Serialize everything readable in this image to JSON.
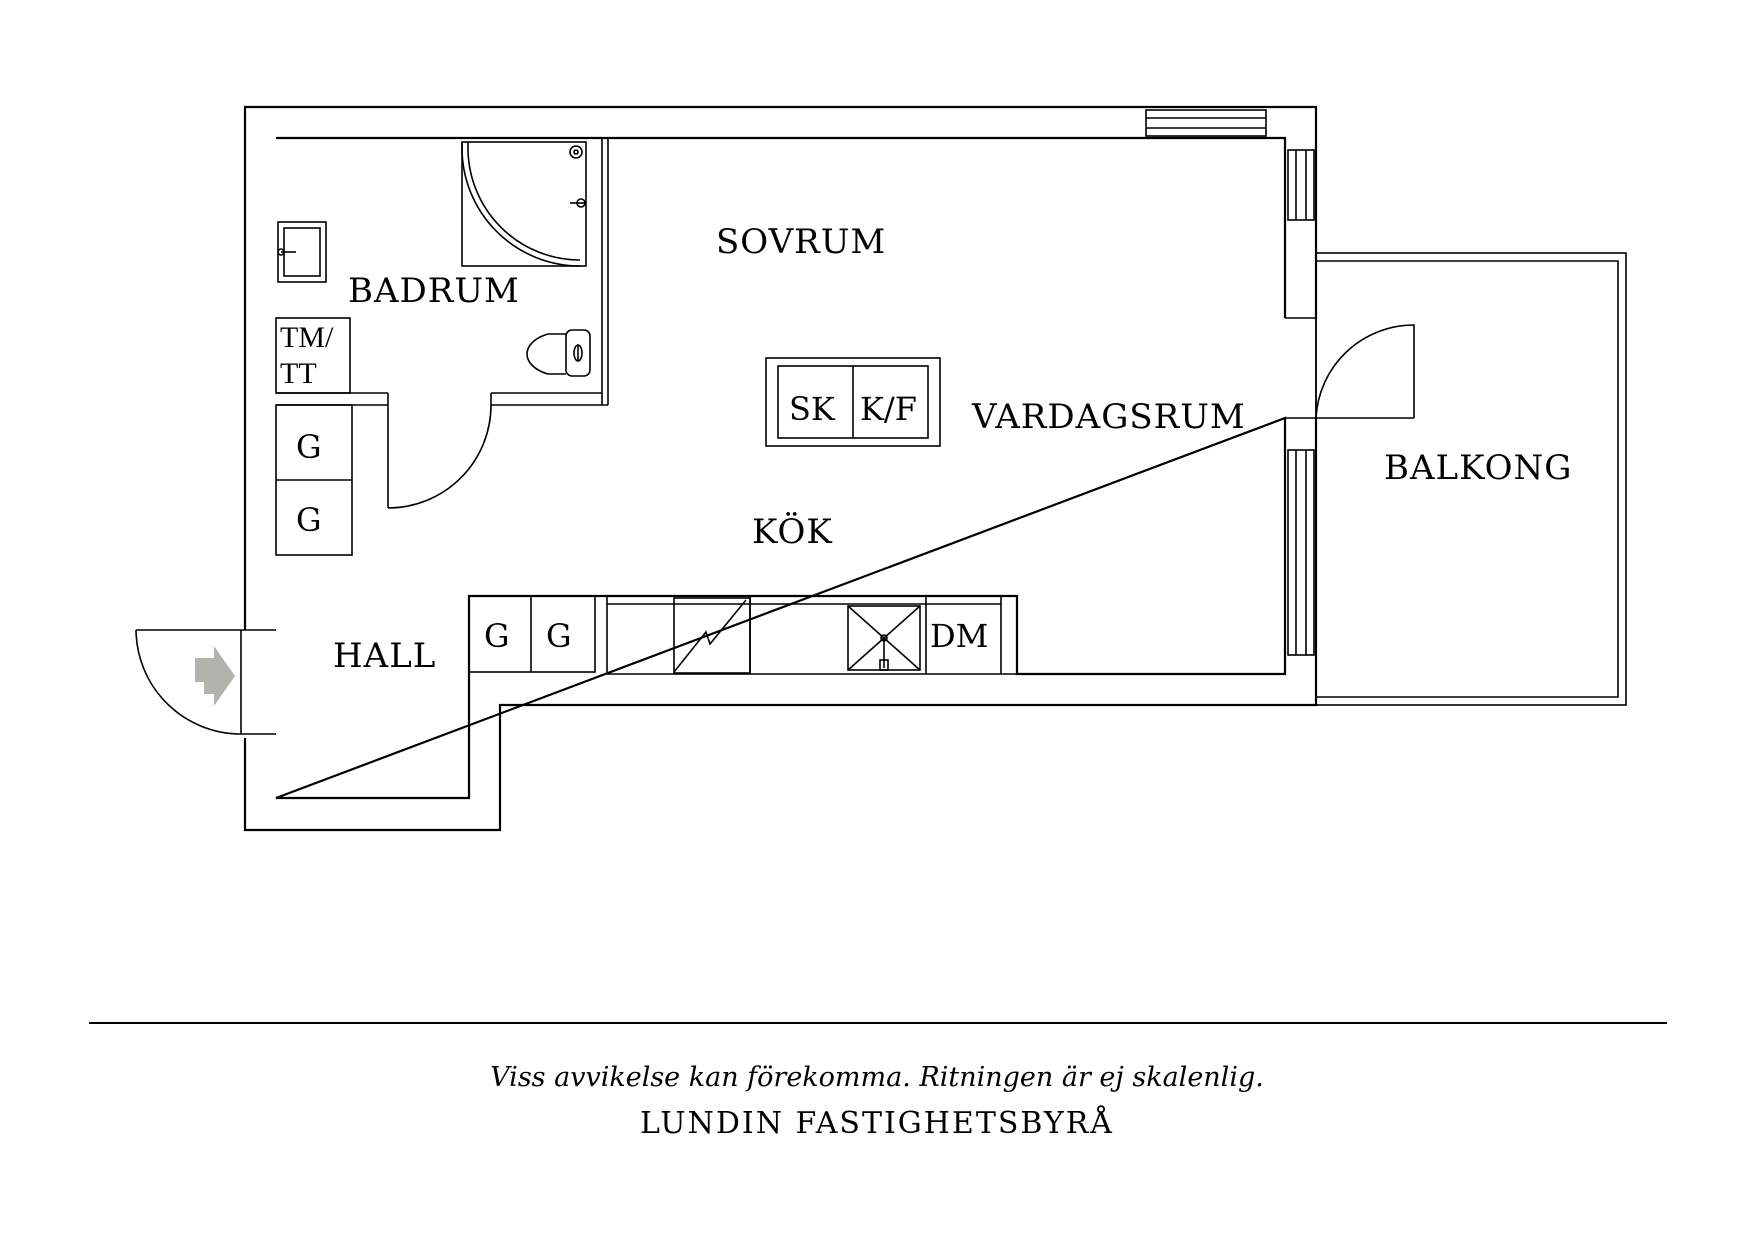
{
  "rooms": {
    "sovrum": "SOVRUM",
    "badrum": "BADRUM",
    "vardagsrum": "VARDAGSRUM",
    "balkong": "BALKONG",
    "kok": "KÖK",
    "hall": "HALL"
  },
  "fixtures": {
    "tm_tt_line1": "TM/",
    "tm_tt_line2": "TT",
    "sk": "SK",
    "kf": "K/F",
    "g": "G",
    "dm": "DM"
  },
  "footer": {
    "disclaimer": "Viss avvikelse kan förekomma. Ritningen är ej skalenlig.",
    "agency": "LUNDIN FASTIGHETSBYRÅ"
  },
  "colors": {
    "lines": "#000000",
    "entry_arrow": "#b3b3ad",
    "background": "#ffffff"
  },
  "icons": {
    "entry": "entry-arrow-icon",
    "stove": "stove-icon",
    "sink": "sink-icon",
    "toilet": "toilet-icon",
    "washbasin": "washbasin-icon",
    "shower": "shower-icon"
  }
}
